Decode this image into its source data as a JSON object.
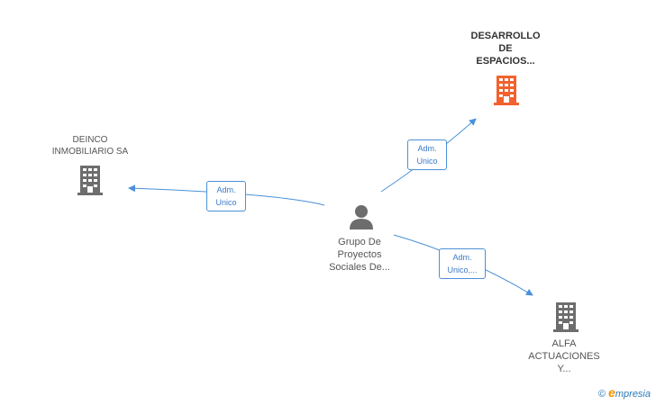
{
  "colors": {
    "edge": "#4a90d9",
    "company": "#6d6d6d",
    "company_highlight": "#f2622e",
    "person": "#6d6d6d",
    "brand_e": "#f39200",
    "brand_text": "#2a78b8"
  },
  "nodes": {
    "desarrollo": {
      "label": [
        "DESARROLLO",
        "DE",
        "ESPACIOS..."
      ],
      "icon": "building-icon"
    },
    "deinco": {
      "label": [
        "DEINCO",
        "INMOBILIARIO SA"
      ],
      "icon": "building-icon"
    },
    "grupo": {
      "label": [
        "Grupo De",
        "Proyectos",
        "Sociales De..."
      ],
      "icon": "person-icon"
    },
    "alfa": {
      "label": [
        "ALFA",
        "ACTUACIONES",
        "Y..."
      ],
      "icon": "building-icon"
    }
  },
  "edges": {
    "to_desarrollo": {
      "label": [
        "Adm.",
        "Unico"
      ]
    },
    "to_deinco": {
      "label": [
        "Adm.",
        "Unico"
      ]
    },
    "to_alfa": {
      "label": [
        "Adm.",
        "Unico,..."
      ]
    }
  },
  "brand": {
    "copyright": "©",
    "e": "e",
    "name": "mpresia"
  }
}
